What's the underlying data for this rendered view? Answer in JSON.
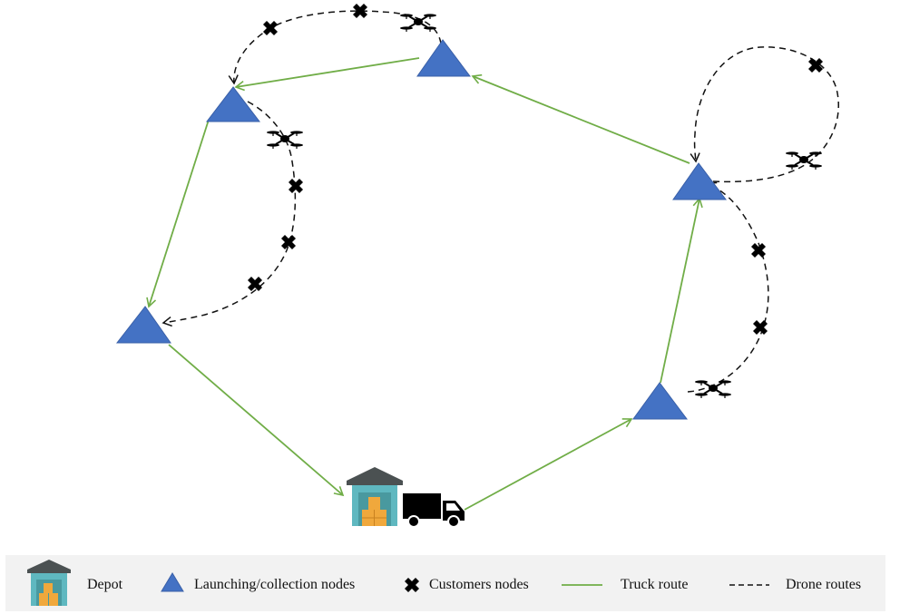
{
  "colors": {
    "truck_route": "#70ad47",
    "node_fill": "#4472c4",
    "drone_route": "#111111",
    "customer": "#000000",
    "depot_roof": "#4b5152",
    "depot_wall": "#5fb8c0",
    "depot_door": "#f0a83c",
    "legend_bg": "#f2f2f2"
  },
  "icons": {
    "depot": "warehouse-icon",
    "node": "triangle-icon",
    "customer": "cross-icon",
    "truck": "truck-icon",
    "drone": "quadcopter-drone-icon"
  },
  "legend": {
    "depot": "Depot",
    "node": "Launching/collection nodes",
    "customer": "Customers nodes",
    "truck": "Truck route",
    "drone": "Drone routes"
  }
}
